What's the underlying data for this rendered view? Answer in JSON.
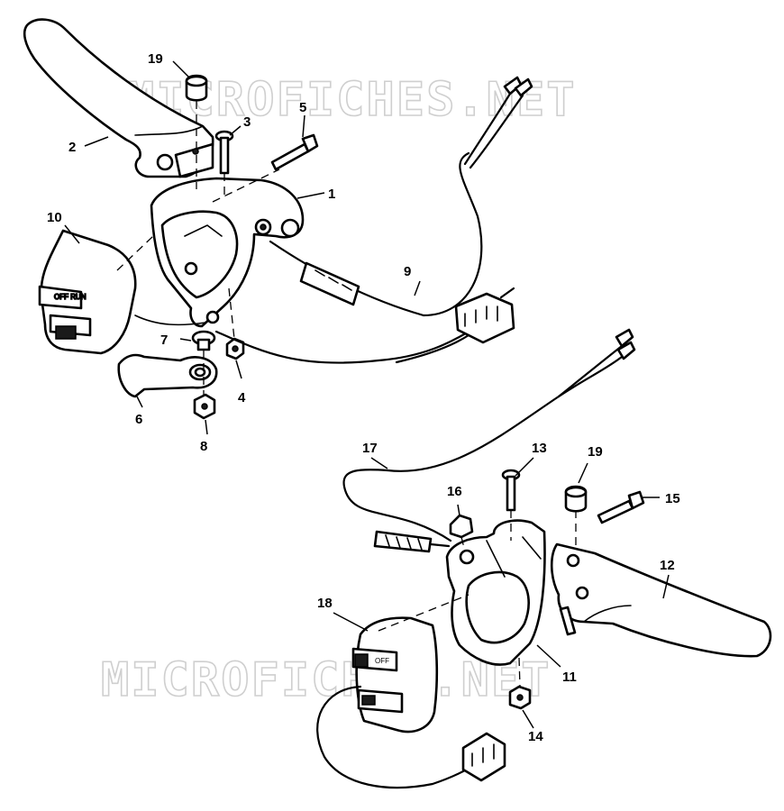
{
  "watermark": "MICROFICHES.NET",
  "callouts": [
    {
      "id": "1",
      "label": "1"
    },
    {
      "id": "2",
      "label": "2"
    },
    {
      "id": "3",
      "label": "3"
    },
    {
      "id": "4",
      "label": "4"
    },
    {
      "id": "5",
      "label": "5"
    },
    {
      "id": "6",
      "label": "6"
    },
    {
      "id": "7",
      "label": "7"
    },
    {
      "id": "8",
      "label": "8"
    },
    {
      "id": "9",
      "label": "9"
    },
    {
      "id": "10",
      "label": "10"
    },
    {
      "id": "11",
      "label": "11"
    },
    {
      "id": "12",
      "label": "12"
    },
    {
      "id": "13",
      "label": "13"
    },
    {
      "id": "14",
      "label": "14"
    },
    {
      "id": "15",
      "label": "15"
    },
    {
      "id": "16",
      "label": "16"
    },
    {
      "id": "17",
      "label": "17"
    },
    {
      "id": "18",
      "label": "18"
    },
    {
      "id": "19a",
      "label": "19"
    },
    {
      "id": "19b",
      "label": "19"
    }
  ]
}
